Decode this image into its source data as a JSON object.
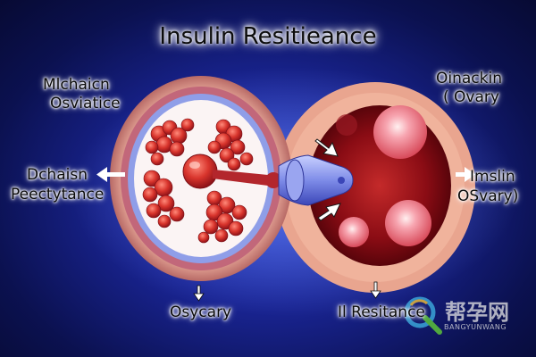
{
  "title": "Insulin Resitieance",
  "labels": {
    "top_left": [
      "Mlchaicn",
      "Osviatice"
    ],
    "mid_left": [
      "Dchaisn",
      "Peectytance"
    ],
    "top_right": [
      "Oinackin",
      "( Ovary"
    ],
    "mid_right": [
      "Imslin",
      "OSvary)"
    ],
    "bottom_left": "Osycary",
    "bottom_right": "Il Resitance"
  },
  "watermark": {
    "text": "帮孕网",
    "sub": "BANGYUNWANG"
  },
  "colors": {
    "background": "#1a2596",
    "tissue_outer": "#e8a490",
    "cell_red": "#d8342c",
    "ovary_inner": "#7a0a10",
    "accent_blue": "#6f7fe0"
  },
  "icons": [
    "arrow-left-icon",
    "arrow-right-icon",
    "arrow-down-icon",
    "arrow-icon",
    "watermark-logo-icon"
  ]
}
